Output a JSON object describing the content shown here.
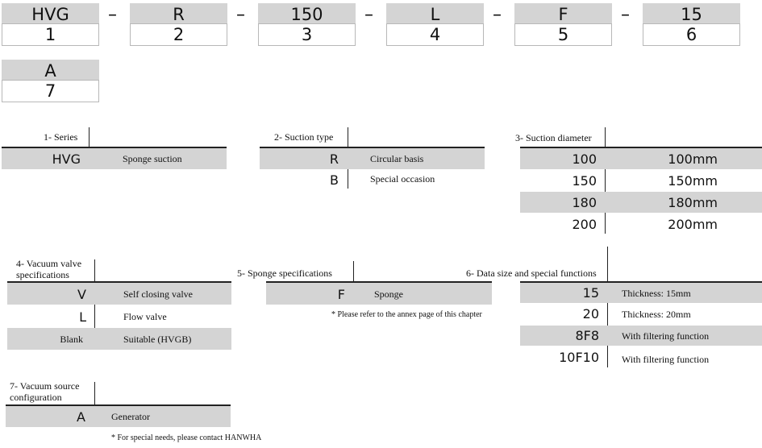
{
  "codes": [
    {
      "value": "HVG",
      "index": "1"
    },
    {
      "value": "R",
      "index": "2"
    },
    {
      "value": "150",
      "index": "3"
    },
    {
      "value": "L",
      "index": "4"
    },
    {
      "value": "F",
      "index": "5"
    },
    {
      "value": "15",
      "index": "6"
    },
    {
      "value": "A",
      "index": "7"
    }
  ],
  "dash": "–",
  "series": {
    "header": "1- Series",
    "rows": [
      {
        "code": "HVG",
        "desc": "Sponge suction"
      }
    ]
  },
  "suction_type": {
    "header": "2- Suction type",
    "rows": [
      {
        "code": "R",
        "desc": "Circular basis"
      },
      {
        "code": "B",
        "desc": "Special occasion"
      }
    ]
  },
  "suction_diameter": {
    "header": "3- Suction diameter",
    "rows": [
      {
        "code": "100",
        "desc": "100mm"
      },
      {
        "code": "150",
        "desc": "150mm"
      },
      {
        "code": "180",
        "desc": "180mm"
      },
      {
        "code": "200",
        "desc": "200mm"
      }
    ]
  },
  "vacuum_valve": {
    "header_line1": "4- Vacuum valve",
    "header_line2": "specifications",
    "rows": [
      {
        "code": "V",
        "desc": "Self closing valve"
      },
      {
        "code": "L",
        "desc": "Flow valve"
      },
      {
        "code": "Blank",
        "desc": "Suitable (HVGB)"
      }
    ]
  },
  "sponge_spec": {
    "header": "5- Sponge specifications",
    "rows": [
      {
        "code": "F",
        "desc": "Sponge"
      }
    ],
    "note": "* Please refer to the annex page of this chapter"
  },
  "data_size": {
    "header": "6- Data size and special functions",
    "rows": [
      {
        "code": "15",
        "desc": "Thickness: 15mm"
      },
      {
        "code": "20",
        "desc": "Thickness: 20mm"
      },
      {
        "code": "8F8",
        "desc": "With filtering function"
      },
      {
        "code": "10F10",
        "desc": "With filtering function"
      }
    ]
  },
  "vacuum_source": {
    "header_line1": "7- Vacuum source",
    "header_line2": "configuration",
    "rows": [
      {
        "code": "A",
        "desc": "Generator"
      }
    ],
    "note": "* For special needs, please contact HANWHA"
  }
}
